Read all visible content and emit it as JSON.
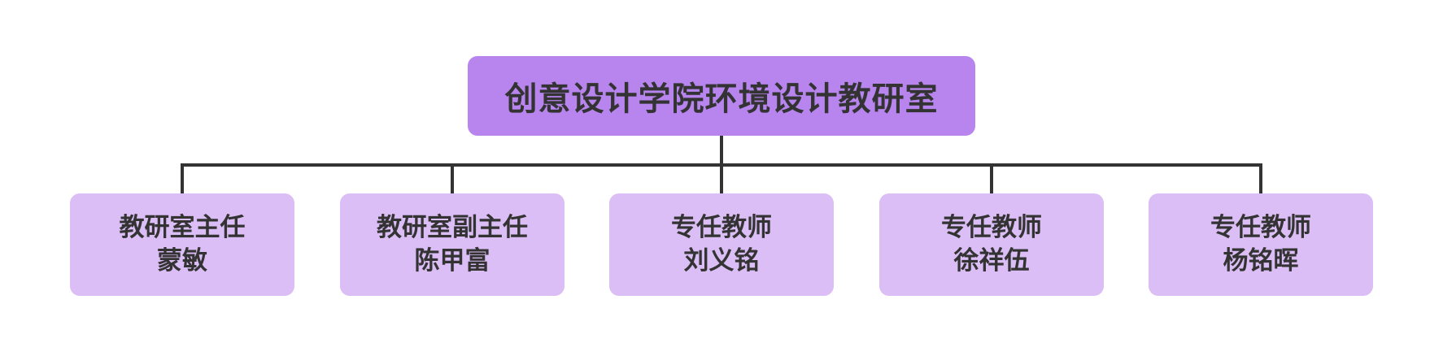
{
  "root": {
    "title": "创意设计学院环境设计教研室"
  },
  "children": [
    {
      "role": "教研室主任",
      "name": "蒙敏"
    },
    {
      "role": "教研室副主任",
      "name": "陈甲富"
    },
    {
      "role": "专任教师",
      "name": "刘义铭"
    },
    {
      "role": "专任教师",
      "name": "徐祥伍"
    },
    {
      "role": "专任教师",
      "name": "杨铭晖"
    }
  ],
  "colors": {
    "root_fill": "#b884ee",
    "child_fill": "#dbbef5",
    "text": "#333333",
    "connector": "#333333"
  }
}
